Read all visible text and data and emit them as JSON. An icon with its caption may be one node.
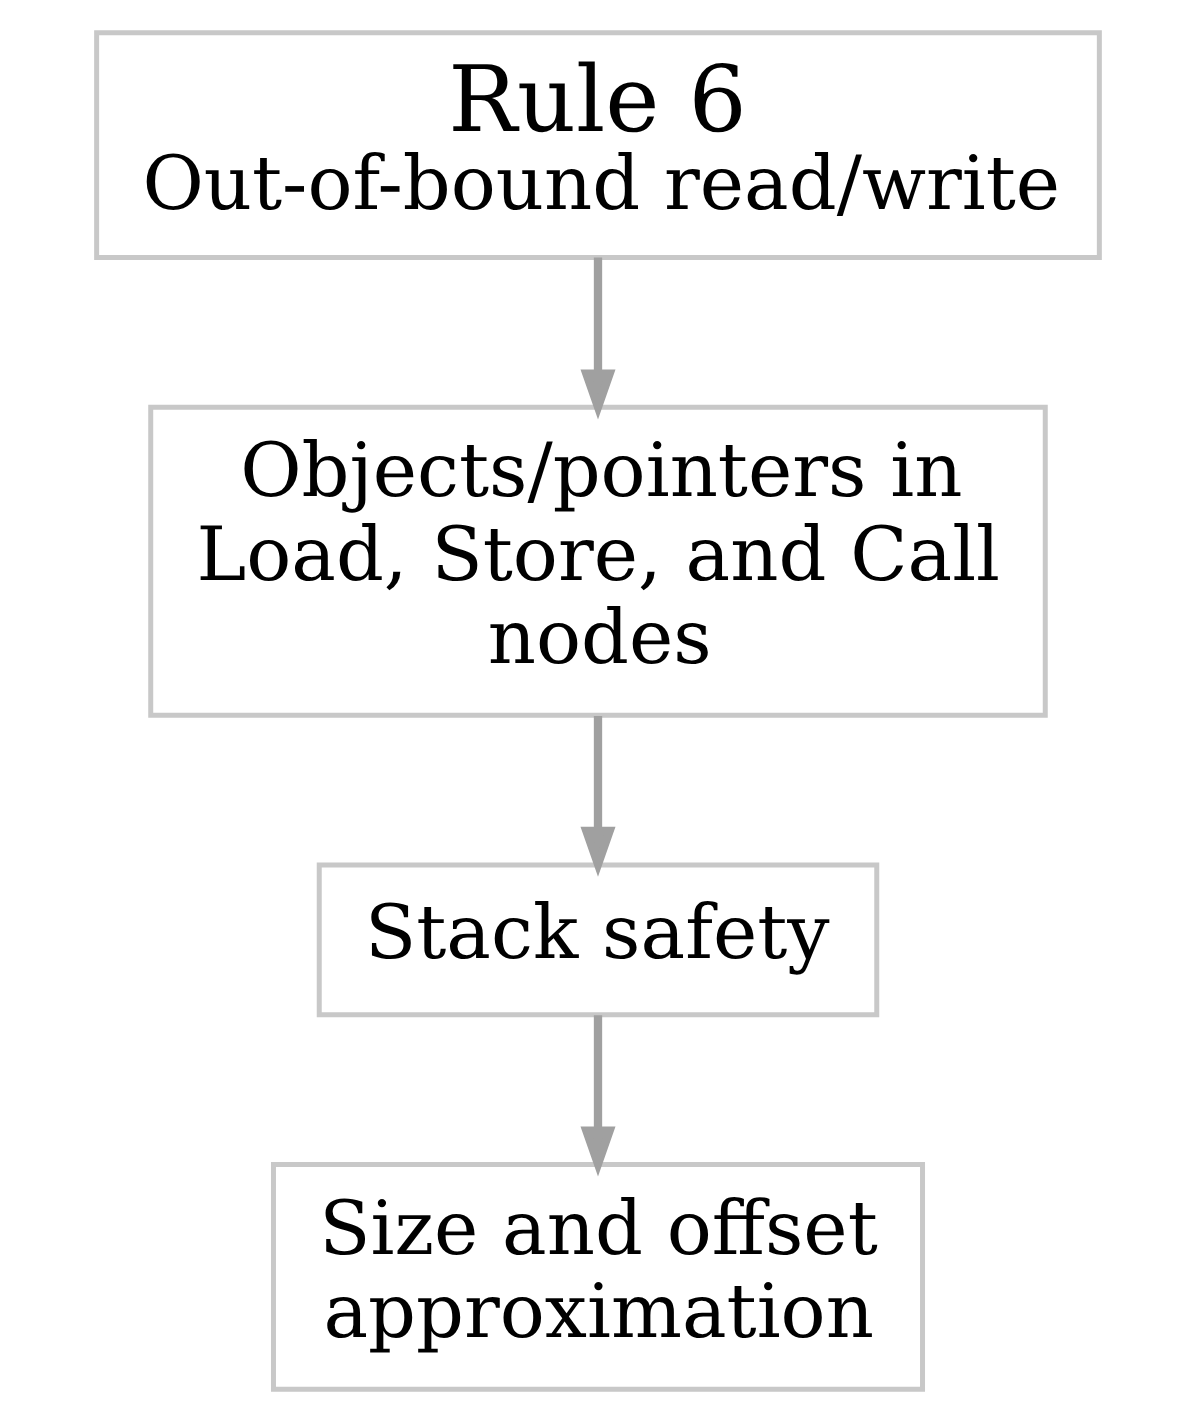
{
  "diagram": {
    "nodes": [
      {
        "text": [
          "Rule 6",
          "Out-of-bound read/write"
        ]
      },
      {
        "text": [
          "Objects/pointers in Load, Store, and Call nodes"
        ]
      },
      {
        "text": [
          "Stack safety"
        ]
      },
      {
        "text": [
          "Size and offset approximation"
        ]
      }
    ],
    "edges": [
      {
        "from": 0,
        "to": 1,
        "arrow": "to"
      },
      {
        "from": 1,
        "to": 2,
        "arrow": "to"
      },
      {
        "from": 2,
        "to": 3,
        "arrow": "to"
      }
    ]
  }
}
